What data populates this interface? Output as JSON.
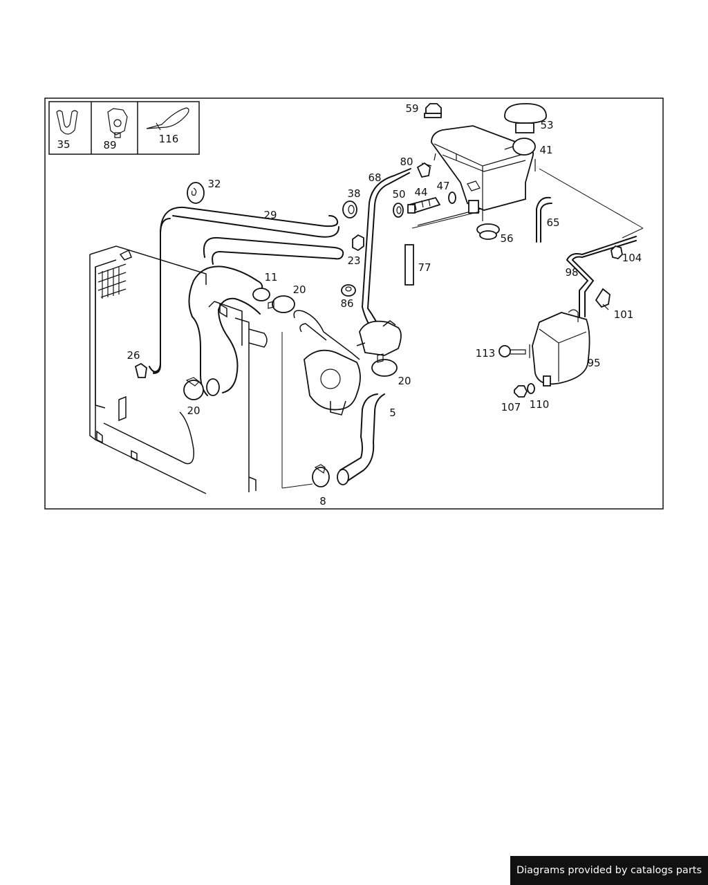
{
  "legend": {
    "items": [
      {
        "number": "35"
      },
      {
        "number": "89"
      },
      {
        "number": "116"
      }
    ]
  },
  "callouts": {
    "c59": "59",
    "c53": "53",
    "c41": "41",
    "c80": "80",
    "c68": "68",
    "c44": "44",
    "c47": "47",
    "c50": "50",
    "c38": "38",
    "c32": "32",
    "c29": "29",
    "c23": "23",
    "c56": "56",
    "c65": "65",
    "c77": "77",
    "c104": "104",
    "c98": "98",
    "c11": "11",
    "c20a": "20",
    "c86": "86",
    "c101": "101",
    "c26": "26",
    "c113": "113",
    "c95": "95",
    "c20b": "20",
    "c20c": "20",
    "c5": "5",
    "c107": "107",
    "c110": "110",
    "c8": "8"
  },
  "footer": {
    "credit": "Diagrams provided by catalogs parts"
  }
}
